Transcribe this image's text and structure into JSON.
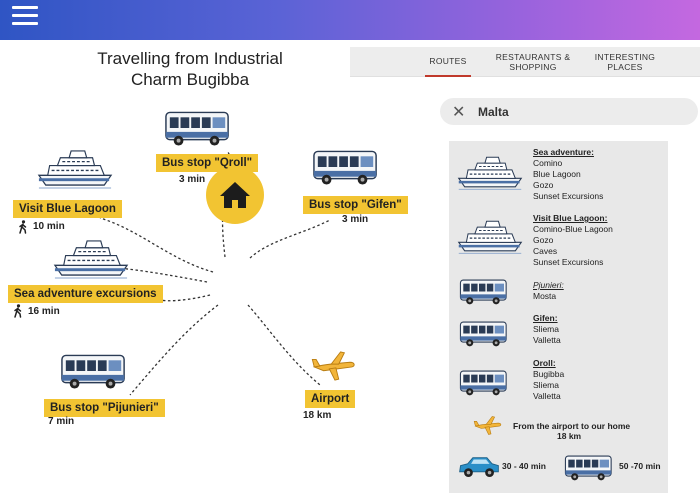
{
  "header": {
    "menu_icon": "hamburger-menu-icon"
  },
  "title_line1": "Travelling from Industrial",
  "title_line2": "Charm Bugibba",
  "map": {
    "roll": {
      "label": "Bus stop \"Qroll\"",
      "sub": "3 min"
    },
    "gifen": {
      "label": "Bus stop \"Gifen\"",
      "sub": "3 min"
    },
    "lagoon": {
      "label": "Visit Blue Lagoon",
      "sub": "10 min"
    },
    "sea": {
      "label": "Sea adventure excursions",
      "sub": "16 min"
    },
    "pijunieri": {
      "label": "Bus stop \"Pijunieri\"",
      "sub": "7 min"
    },
    "airport": {
      "label": "Airport",
      "sub": "18 km"
    }
  },
  "tabs": [
    {
      "label": "ROUTES",
      "active": true
    },
    {
      "label": "RESTAURANTS & SHOPPING",
      "line1": "RESTAURANTS &",
      "line2": "SHOPPING"
    },
    {
      "label": "INTERESTING PLACES",
      "line1": "INTERESTING",
      "line2": "PLACES"
    }
  ],
  "search": {
    "value": "Malta"
  },
  "panel": {
    "sea": {
      "heading": "Sea adventure:",
      "items": [
        "Comino",
        "Blue Lagoon",
        "Gozo",
        "Sunset Excursions"
      ]
    },
    "lagoon": {
      "heading": "Visit Blue Lagoon:",
      "items": [
        "Comino-Blue Lagoon",
        "Gozo",
        "Caves",
        "Sunset Excursions"
      ]
    },
    "pijunieri": {
      "heading": "Pjunieri:",
      "items": [
        "Mosta"
      ]
    },
    "gifen": {
      "heading": "Gifen:",
      "items": [
        "Sliema",
        "Valletta"
      ]
    },
    "oroll": {
      "heading": "Oroll:",
      "items": [
        "Bugibba",
        "Sliema",
        "Valletta"
      ]
    },
    "airport_line1": "From the airport to our home",
    "airport_line2": "18 km",
    "car_time": "30 - 40 min",
    "bus_time": "50 -70 min"
  },
  "colors": {
    "accent_yellow": "#f2c432",
    "bus_blue": "#4a6fa5",
    "tab_active": "#c0392b"
  }
}
